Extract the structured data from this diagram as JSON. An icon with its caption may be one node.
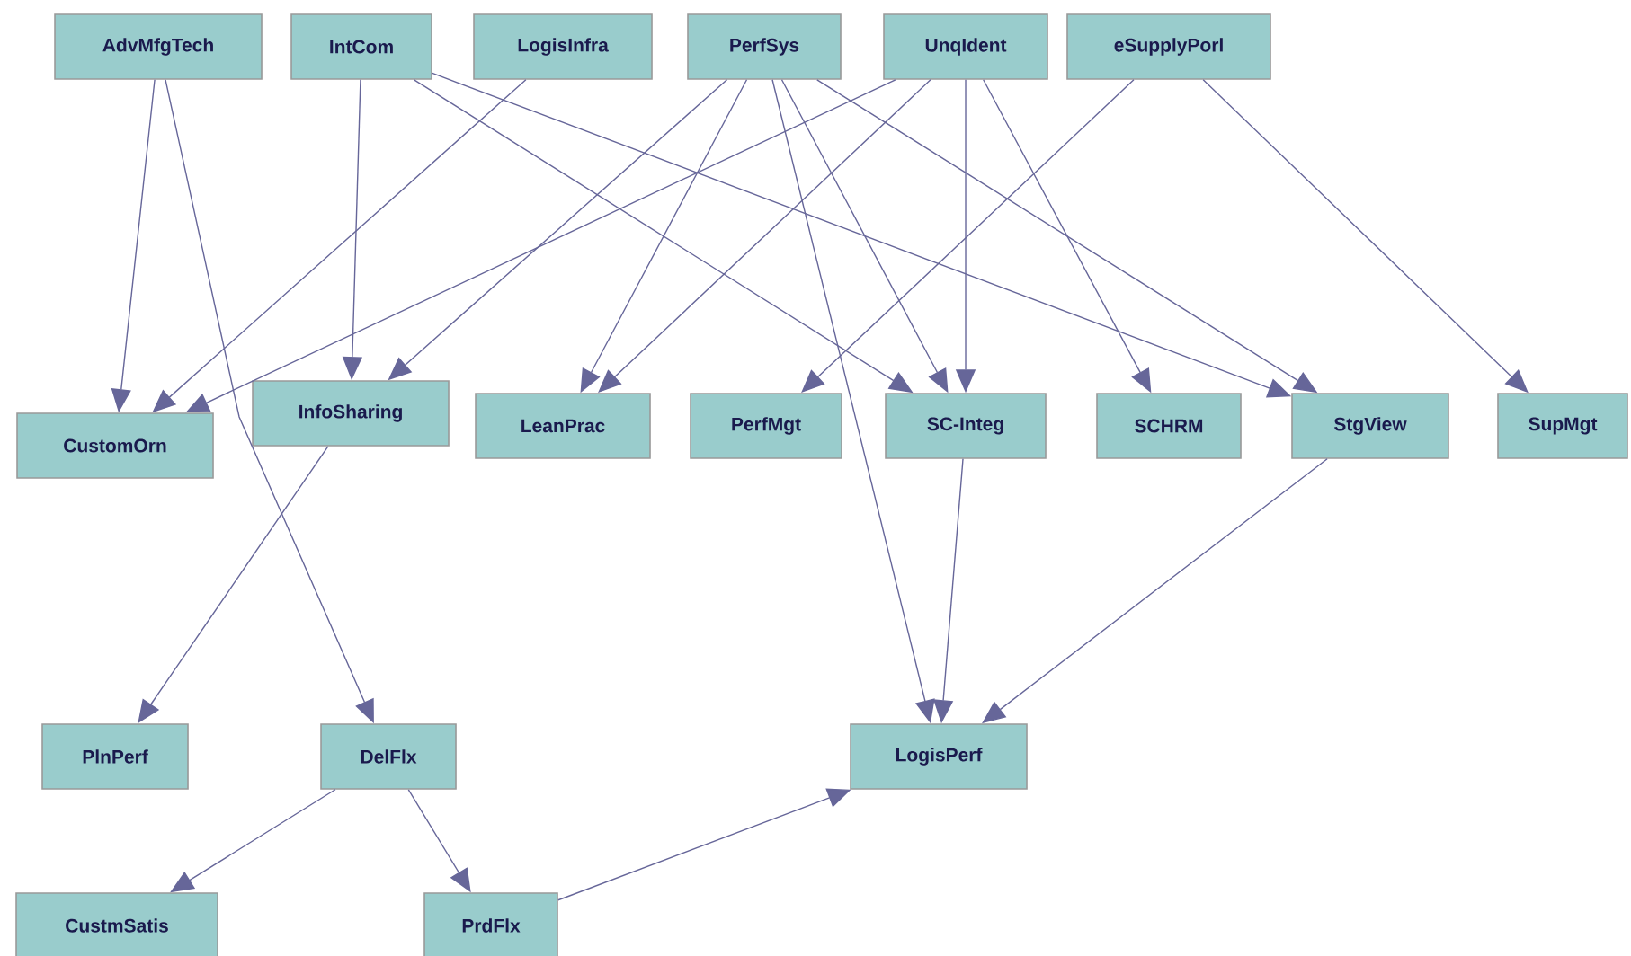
{
  "diagram": {
    "nodes": [
      {
        "text": [
          "AdvMfgTech"
        ]
      },
      {
        "text": [
          "IntCom"
        ]
      },
      {
        "text": [
          "LogisInfra"
        ]
      },
      {
        "text": [
          "PerfSys"
        ]
      },
      {
        "text": [
          "UnqIdent"
        ]
      },
      {
        "text": [
          "eSupplyPorl"
        ]
      },
      {
        "text": [
          "CustomOrn"
        ]
      },
      {
        "text": [
          "InfoSharing"
        ]
      },
      {
        "text": [
          "LeanPrac"
        ]
      },
      {
        "text": [
          "PerfMgt"
        ]
      },
      {
        "text": [
          "SC-Integ"
        ]
      },
      {
        "text": [
          "SCHRM"
        ]
      },
      {
        "text": [
          "StgView"
        ]
      },
      {
        "text": [
          "SupMgt"
        ]
      },
      {
        "text": [
          "PlnPerf"
        ]
      },
      {
        "text": [
          "DelFlx"
        ]
      },
      {
        "text": [
          "LogisPerf"
        ]
      },
      {
        "text": [
          "CustmSatis"
        ]
      },
      {
        "text": [
          "PrdFlx"
        ]
      }
    ],
    "edges": [
      {
        "from": 0,
        "to": 6,
        "arrow": "to"
      },
      {
        "from": 0,
        "to": 15,
        "arrow": "to"
      },
      {
        "from": 1,
        "to": 7,
        "arrow": "to"
      },
      {
        "from": 1,
        "to": 10,
        "arrow": "to"
      },
      {
        "from": 1,
        "to": 12,
        "arrow": "to"
      },
      {
        "from": 2,
        "to": 6,
        "arrow": "to"
      },
      {
        "from": 3,
        "to": 7,
        "arrow": "to"
      },
      {
        "from": 3,
        "to": 8,
        "arrow": "to"
      },
      {
        "from": 3,
        "to": 10,
        "arrow": "to"
      },
      {
        "from": 3,
        "to": 16,
        "arrow": "to"
      },
      {
        "from": 3,
        "to": 12,
        "arrow": "to"
      },
      {
        "from": 4,
        "to": 6,
        "arrow": "to"
      },
      {
        "from": 4,
        "to": 8,
        "arrow": "to"
      },
      {
        "from": 4,
        "to": 10,
        "arrow": "to"
      },
      {
        "from": 4,
        "to": 11,
        "arrow": "to"
      },
      {
        "from": 5,
        "to": 9,
        "arrow": "to"
      },
      {
        "from": 5,
        "to": 13,
        "arrow": "to"
      },
      {
        "from": 7,
        "to": 14,
        "arrow": "to"
      },
      {
        "from": 15,
        "to": 17,
        "arrow": "to"
      },
      {
        "from": 15,
        "to": 18,
        "arrow": "to"
      },
      {
        "from": 18,
        "to": 16,
        "arrow": "to"
      },
      {
        "from": 10,
        "to": 16,
        "arrow": "to"
      },
      {
        "from": 12,
        "to": 16,
        "arrow": "to"
      }
    ]
  }
}
